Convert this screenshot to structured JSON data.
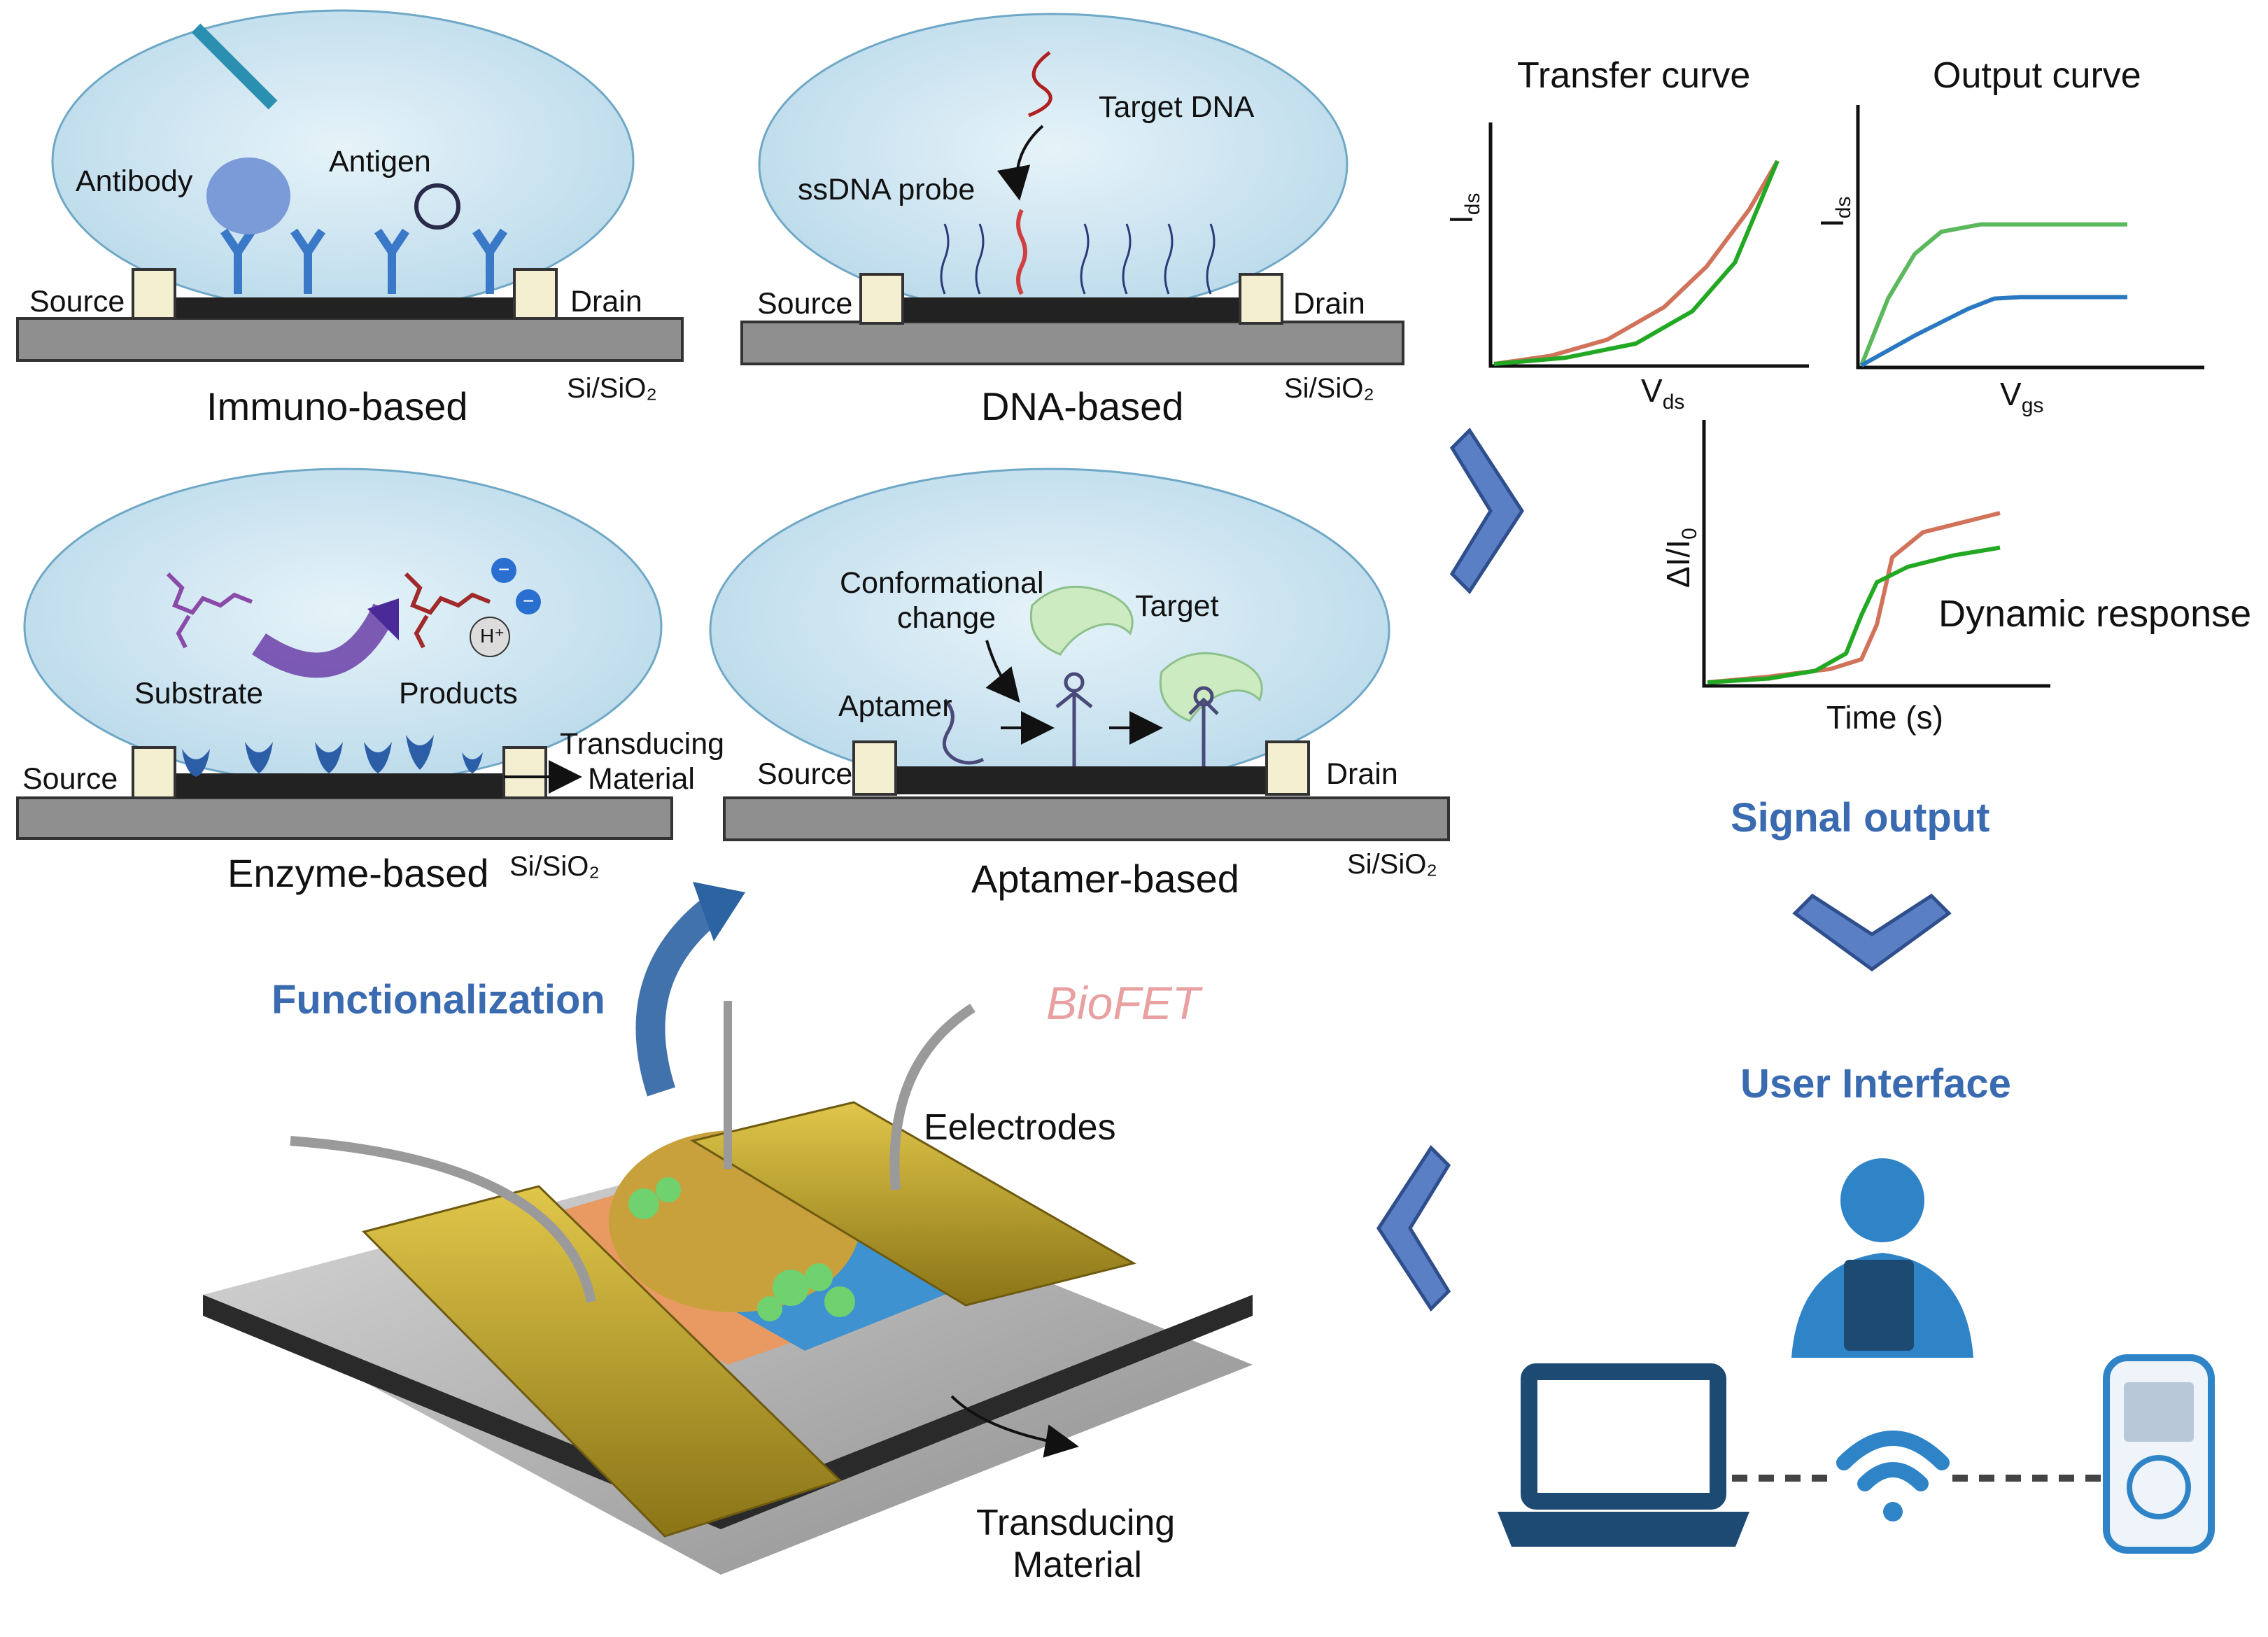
{
  "colors": {
    "accent_blue": "#3a6bb0",
    "droplet": "#cfe6f2",
    "curve_orange": "#d0735a",
    "curve_green": "#22a822",
    "curve_light_green": "#5cb85c",
    "curve_blue": "#2a78c2",
    "biofet_pink": "#e8a0a0",
    "gold": "#c9a832",
    "person_blue": "#2f84c7",
    "laptop_navy": "#1d4a73"
  },
  "panels": {
    "immuno": {
      "caption": "Immuno-based",
      "substrate": "Si/SiO₂",
      "source": "Source",
      "drain": "Drain",
      "antibody": "Antibody",
      "antigen": "Antigen"
    },
    "dna": {
      "caption": "DNA-based",
      "substrate": "Si/SiO₂",
      "source": "Source",
      "drain": "Drain",
      "target": "Target DNA",
      "probe": "ssDNA probe"
    },
    "enzyme": {
      "caption": "Enzyme-based",
      "substrate": "Si/SiO₂",
      "source": "Source",
      "substrate_label": "Substrate",
      "products": "Products",
      "hplus": "H⁺",
      "minus": "−",
      "transducing_1": "Transducing",
      "transducing_2": "Material"
    },
    "aptamer": {
      "caption": "Aptamer-based",
      "substrate": "Si/SiO₂",
      "source": "Source",
      "drain": "Drain",
      "conf_1": "Conformational",
      "conf_2": "change",
      "target": "Target",
      "aptamer": "Aptamer"
    }
  },
  "charts": {
    "transfer": {
      "title": "Transfer curve",
      "ylabel": "I",
      "ylabel_sub": "ds",
      "xlabel": "V",
      "xlabel_sub": "ds"
    },
    "output": {
      "title": "Output curve",
      "ylabel": "I",
      "ylabel_sub": "ds",
      "xlabel": "V",
      "xlabel_sub": "gs"
    },
    "dynamic": {
      "title": "Dynamic response",
      "ylabel": "ΔI/I",
      "ylabel_sub": "0",
      "xlabel": "Time (s)"
    }
  },
  "chart_data": [
    {
      "type": "line",
      "title": "Transfer curve",
      "xlabel": "V_ds",
      "ylabel": "I_ds",
      "grid": false,
      "series": [
        {
          "color": "#d0735a",
          "x": [
            0,
            0.2,
            0.4,
            0.6,
            0.75,
            0.9,
            1.0
          ],
          "y": [
            0,
            0.04,
            0.12,
            0.28,
            0.48,
            0.76,
            1.0
          ]
        },
        {
          "color": "#22a822",
          "x": [
            0,
            0.25,
            0.5,
            0.7,
            0.85,
            1.0
          ],
          "y": [
            0,
            0.03,
            0.1,
            0.26,
            0.5,
            1.0
          ]
        }
      ]
    },
    {
      "type": "line",
      "title": "Output curve",
      "xlabel": "V_gs",
      "ylabel": "I_ds",
      "grid": false,
      "series": [
        {
          "color": "#5cb85c",
          "x": [
            0,
            0.1,
            0.2,
            0.3,
            0.45,
            1.0
          ],
          "y": [
            0,
            0.45,
            0.75,
            0.9,
            0.95,
            0.95
          ]
        },
        {
          "color": "#2a78c2",
          "x": [
            0,
            0.2,
            0.4,
            0.5,
            0.6,
            1.0
          ],
          "y": [
            0,
            0.2,
            0.38,
            0.45,
            0.46,
            0.46
          ]
        }
      ]
    },
    {
      "type": "line",
      "title": "Dynamic response",
      "xlabel": "Time (s)",
      "ylabel": "ΔI/I0",
      "grid": false,
      "series": [
        {
          "color": "#d0735a",
          "x": [
            0,
            0.2,
            0.4,
            0.5,
            0.55,
            0.6,
            0.7,
            0.85,
            0.95
          ],
          "y": [
            0,
            0.03,
            0.07,
            0.12,
            0.3,
            0.65,
            0.78,
            0.84,
            0.88
          ]
        },
        {
          "color": "#22a822",
          "x": [
            0,
            0.2,
            0.35,
            0.45,
            0.5,
            0.55,
            0.65,
            0.8,
            0.95
          ],
          "y": [
            0,
            0.02,
            0.06,
            0.15,
            0.35,
            0.52,
            0.6,
            0.66,
            0.7
          ]
        }
      ]
    }
  ],
  "flow": {
    "signal_output": "Signal output",
    "user_interface": "User Interface",
    "functionalization": "Functionalization",
    "biofet": "BioFET",
    "electrodes": "Eelectrodes",
    "transducing_1": "Transducing",
    "transducing_2": "Material"
  }
}
